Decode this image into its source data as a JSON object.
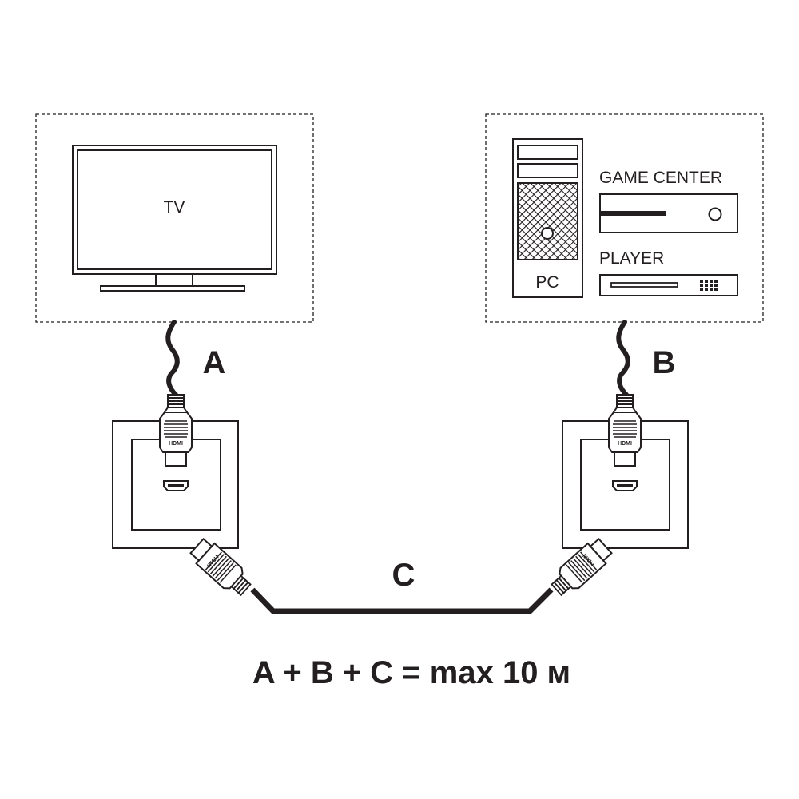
{
  "labels": {
    "tv": "TV",
    "pc": "PC",
    "game_center": "GAME CENTER",
    "player": "PLAYER",
    "cable_a": "A",
    "cable_b": "B",
    "cable_c": "C",
    "connector": "HDMI",
    "formula": "A + B + C = max 10 м"
  },
  "colors": {
    "line": "#231f20",
    "background": "#ffffff"
  }
}
